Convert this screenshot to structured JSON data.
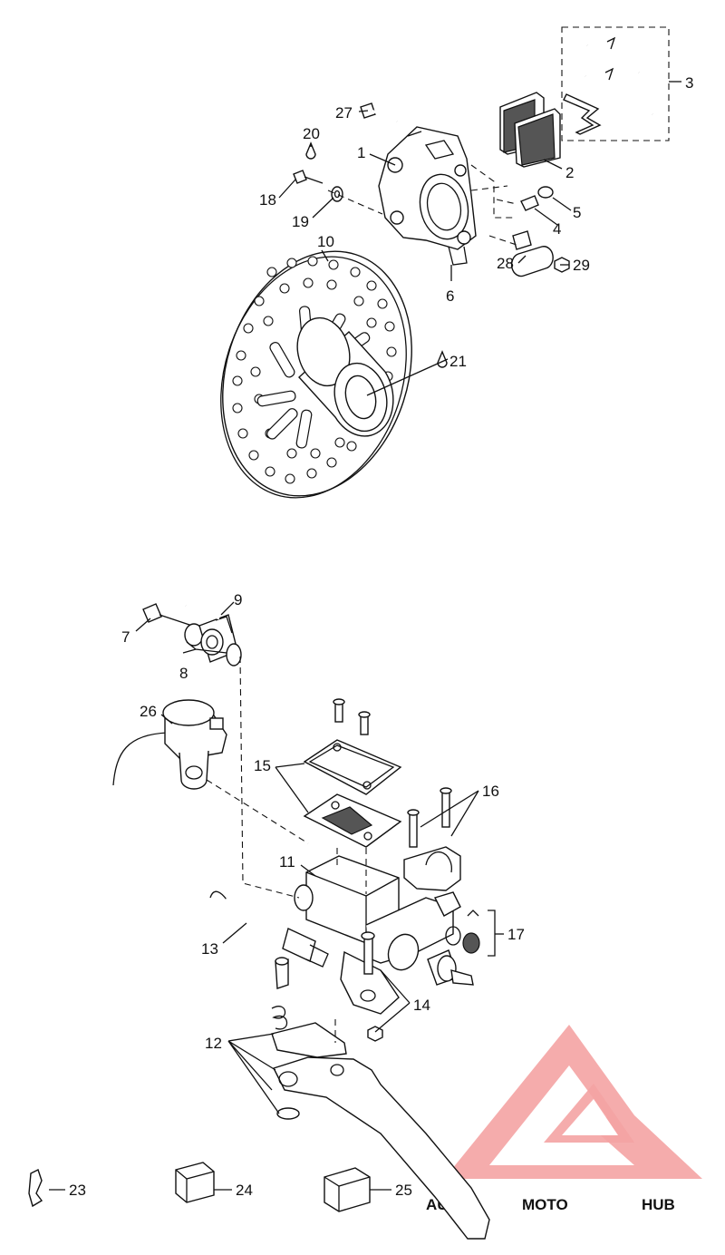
{
  "callouts": [
    "1",
    "2",
    "3",
    "4",
    "5",
    "6",
    "7",
    "8",
    "9",
    "10",
    "11",
    "12",
    "13",
    "14",
    "15",
    "16",
    "17",
    "20",
    "18",
    "19",
    "21",
    "23",
    "24",
    "25",
    "26",
    "27",
    "28",
    "29"
  ],
  "watermark": {
    "part1": "AUTO",
    "part2": "MOTO",
    "part3": "HUB"
  },
  "colors": {
    "logo_red": "#ee8f8f",
    "logo_orange": "#f5b26a",
    "logo_gray": "#9a9a9a"
  }
}
